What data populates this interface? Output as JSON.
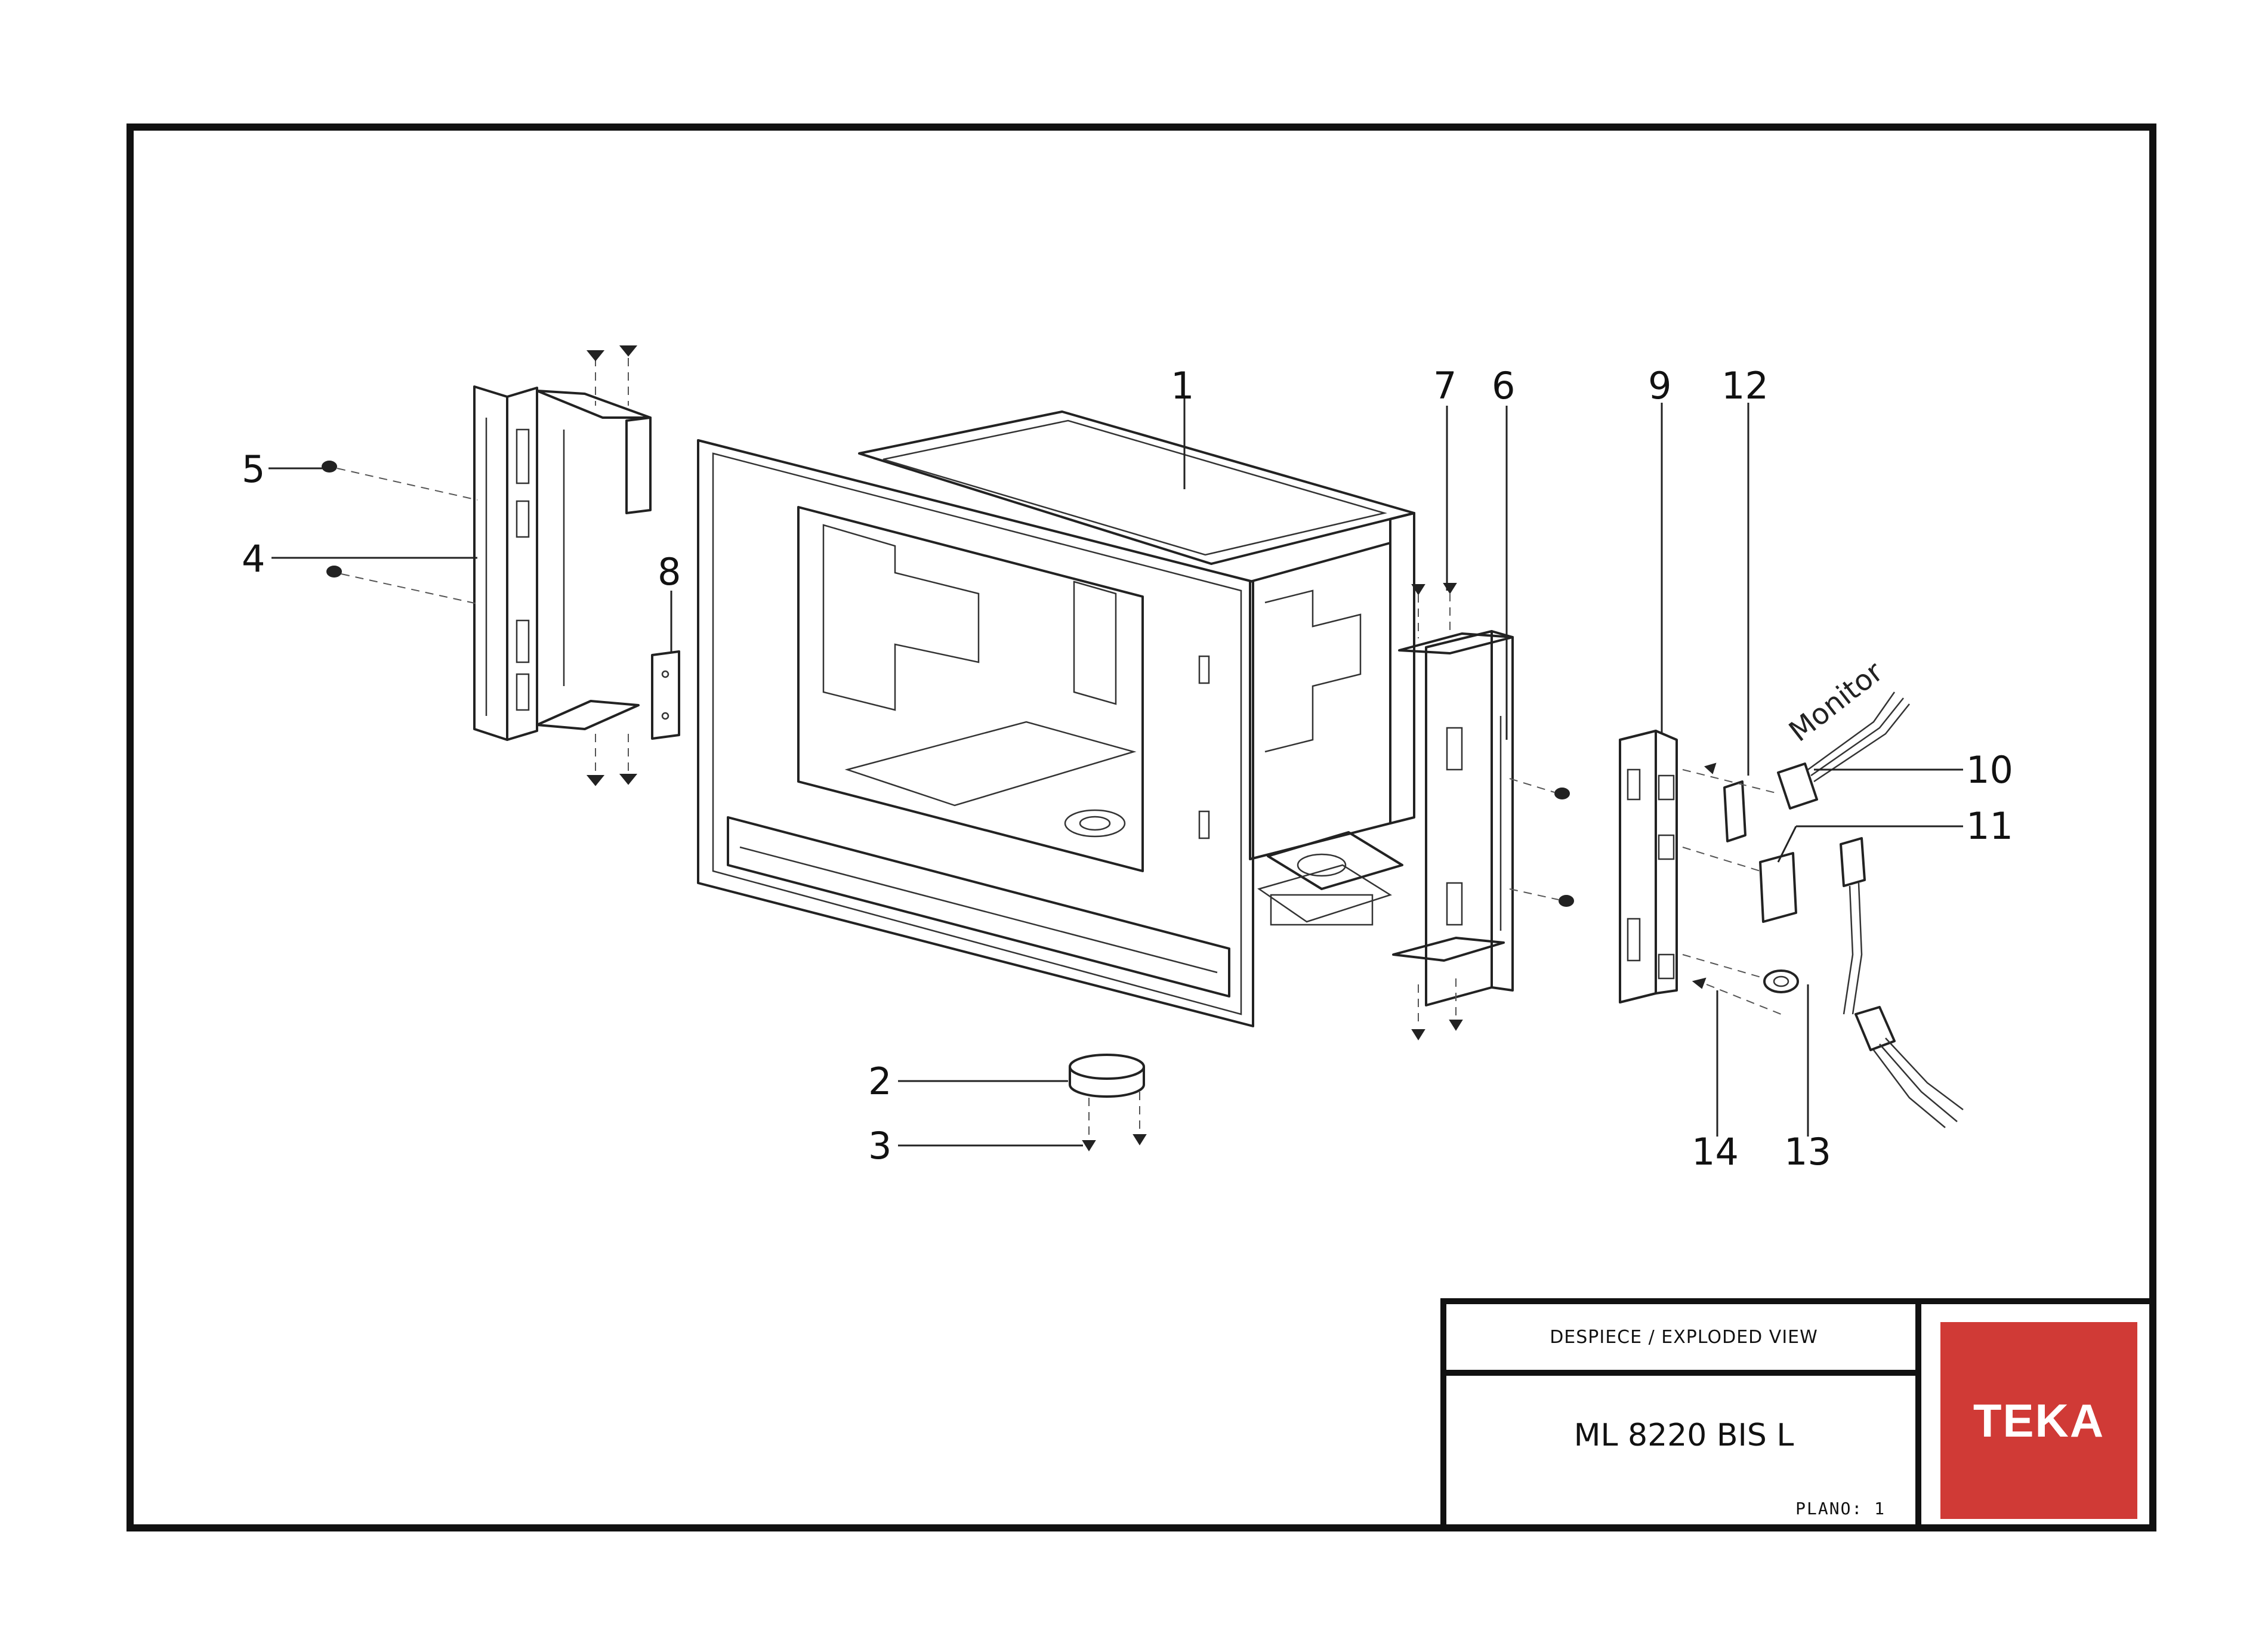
{
  "callouts": [
    "1",
    "2",
    "3",
    "4",
    "5",
    "6",
    "7",
    "8",
    "9",
    "10",
    "11",
    "12",
    "13",
    "14"
  ],
  "monitor_label": "Monitor",
  "title_block": {
    "doc_type": "DESPIECE / EXPLODED VIEW",
    "model": "ML 8220 BIS L",
    "plano": "PLANO: 1"
  },
  "logo": {
    "text": "TEKA",
    "color": "#d03a36"
  }
}
